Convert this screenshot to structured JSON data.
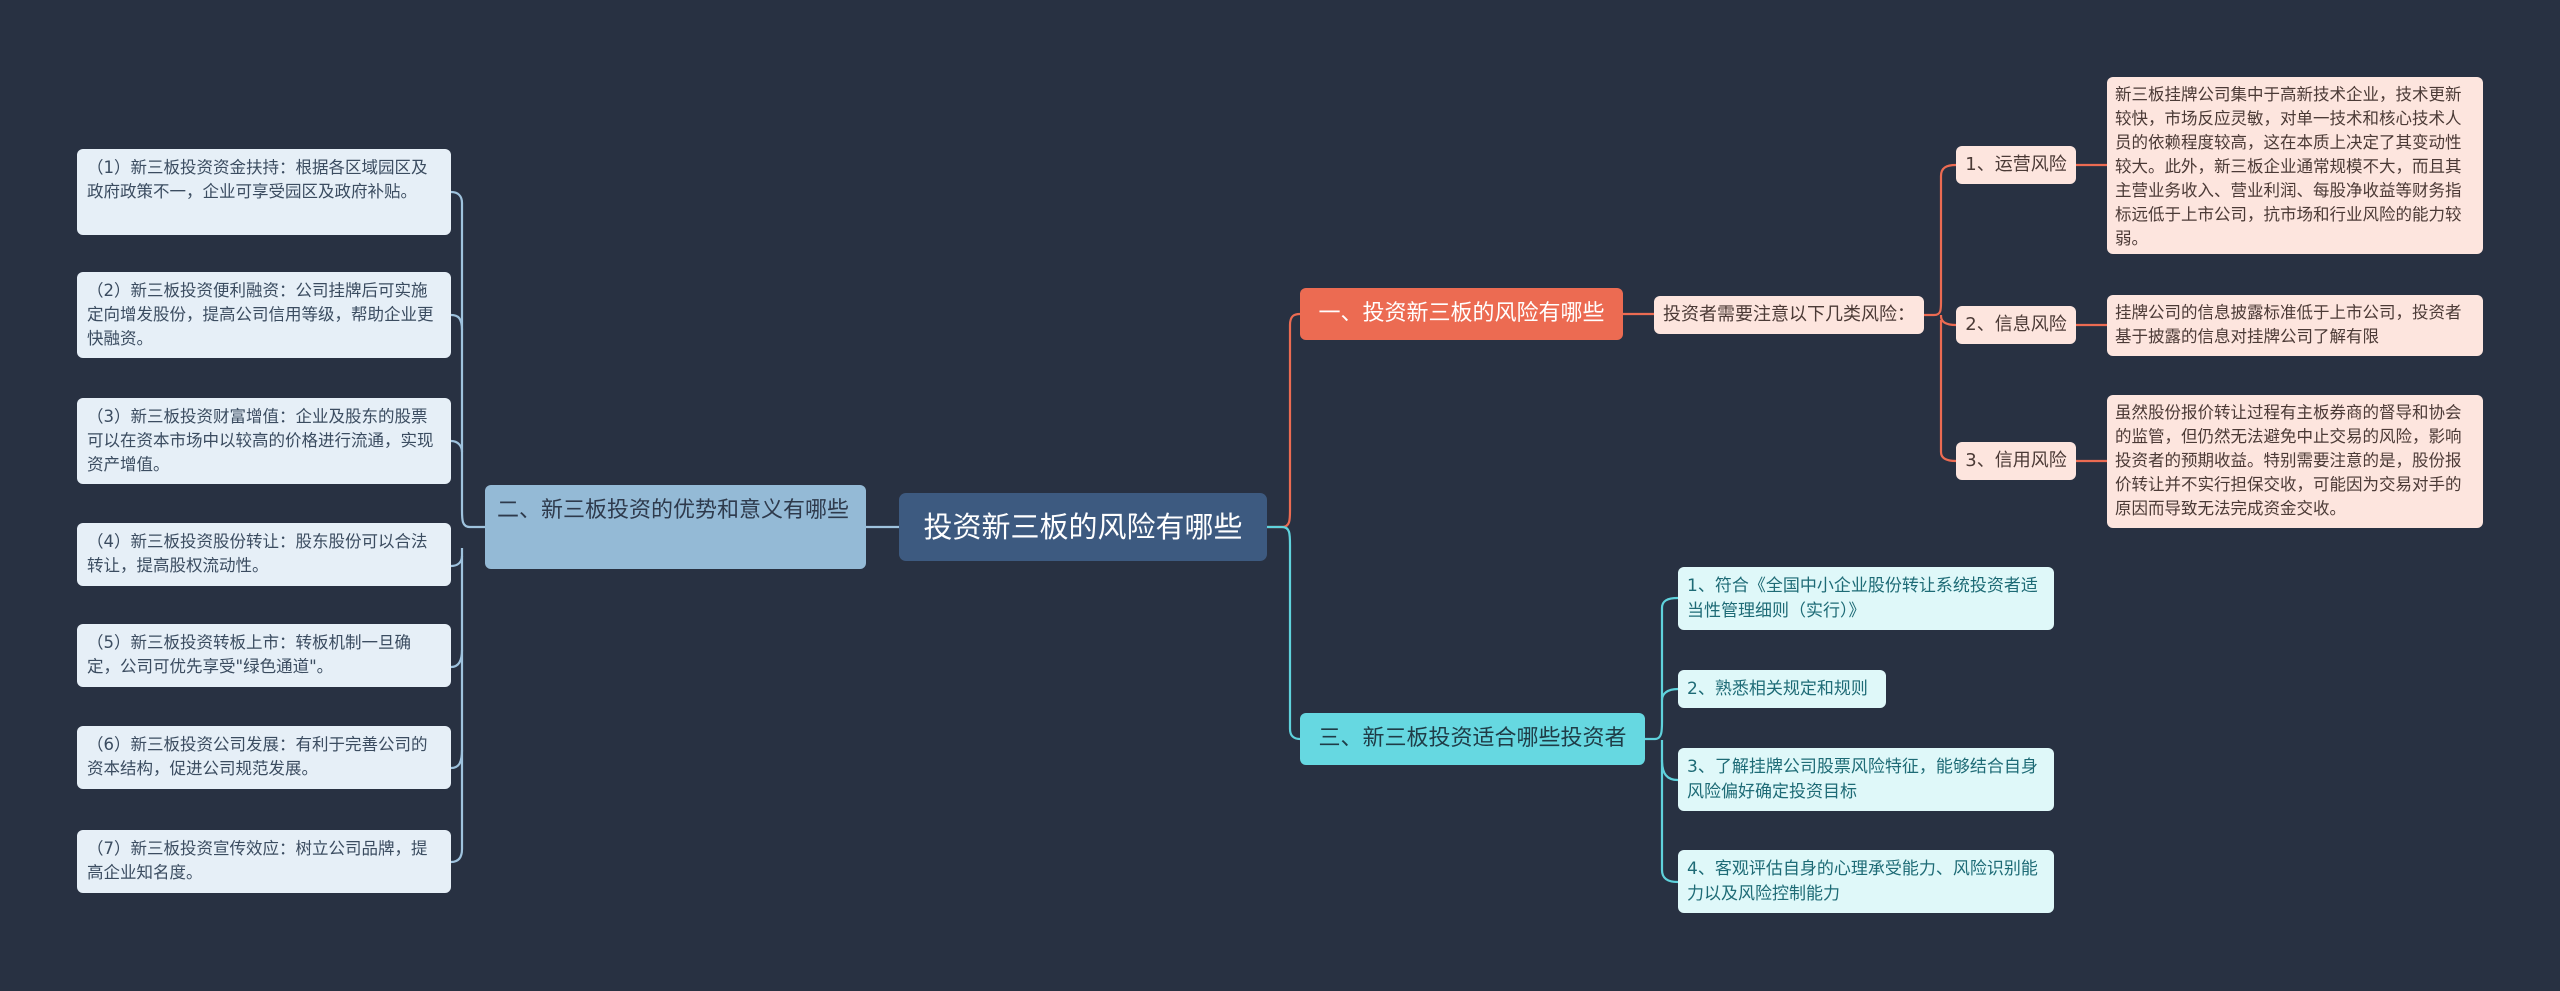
{
  "colors": {
    "background": "#283142",
    "root": "#3d5a80",
    "branch_left": "#94bad6",
    "branch_risk": "#ec6b52",
    "branch_investor": "#66d8e1",
    "risk_leaf": "#fde5de",
    "left_leaf": "#e6eff7",
    "investor_leaf": "#dff8f9",
    "edge_left": "#9fc3de",
    "edge_risk": "#ec6b52",
    "edge_investor": "#5fd2dc"
  },
  "root": {
    "label": "投资新三板的风险有哪些"
  },
  "left_branch": {
    "label": "二、新三板投资的优势和意义有哪些",
    "items": [
      "（1）新三板投资资金扶持：根据各区域园区及政府政策不一，企业可享受园区及政府补贴。",
      "（2）新三板投资便利融资：公司挂牌后可实施定向增发股份，提高公司信用等级，帮助企业更快融资。",
      "（3）新三板投资财富增值：企业及股东的股票可以在资本市场中以较高的价格进行流通，实现资产增值。",
      "（4）新三板投资股份转让：股东股份可以合法转让，提高股权流动性。",
      "（5）新三板投资转板上市：转板机制一旦确定，公司可优先享受\"绿色通道\"。",
      "（6）新三板投资公司发展：有利于完善公司的资本结构，促进公司规范发展。",
      "（7）新三板投资宣传效应：树立公司品牌，提高企业知名度。"
    ]
  },
  "risk_branch": {
    "label": "一、投资新三板的风险有哪些",
    "intro": "投资者需要注意以下几类风险：",
    "risks": [
      {
        "name": "1、运营风险",
        "detail": "新三板挂牌公司集中于高新技术企业，技术更新较快，市场反应灵敏，对单一技术和核心技术人员的依赖程度较高，这在本质上决定了其变动性较大。此外，新三板企业通常规模不大，而且其主营业务收入、营业利润、每股净收益等财务指标远低于上市公司，抗市场和行业风险的能力较弱。"
      },
      {
        "name": "2、信息风险",
        "detail": "挂牌公司的信息披露标准低于上市公司，投资者基于披露的信息对挂牌公司了解有限"
      },
      {
        "name": "3、信用风险",
        "detail": "虽然股份报价转让过程有主板券商的督导和协会的监管，但仍然无法避免中止交易的风险，影响投资者的预期收益。特别需要注意的是，股份报价转让并不实行担保交收，可能因为交易对手的原因而导致无法完成资金交收。"
      }
    ]
  },
  "investor_branch": {
    "label": "三、新三板投资适合哪些投资者",
    "items": [
      "1、符合《全国中小企业股份转让系统投资者适当性管理细则（实行）》",
      "2、熟悉相关规定和规则",
      "3、了解挂牌公司股票风险特征，能够结合自身风险偏好确定投资目标",
      "4、客观评估自身的心理承受能力、风险识别能力以及风险控制能力"
    ]
  }
}
